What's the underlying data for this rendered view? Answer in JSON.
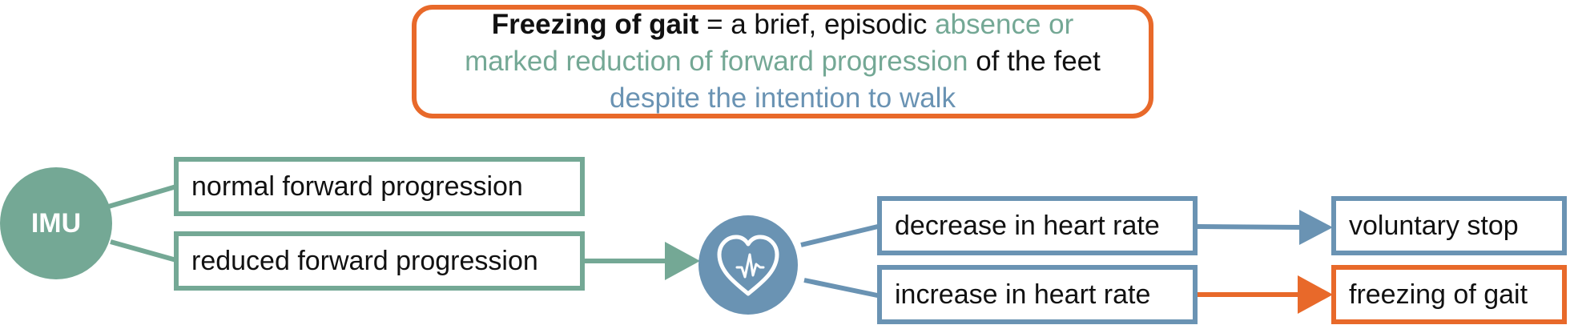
{
  "definition": {
    "term": "Freezing of gait",
    "equals": " = a brief, episodic ",
    "green_part_1": "absence or",
    "green_part_2": "marked reduction of forward progression",
    "feet": " of the feet",
    "blue_part": "despite the intention to walk"
  },
  "nodes": {
    "imu": "IMU",
    "normal": "normal forward progression",
    "reduced": "reduced forward progression",
    "heart_icon": "heart-rate-icon",
    "decrease": "decrease in heart rate",
    "increase": "increase in heart rate",
    "voluntary": "voluntary stop",
    "freezing": "freezing of gait"
  },
  "colors": {
    "orange": "#e8692a",
    "green": "#74a895",
    "blue": "#6a93b3"
  }
}
